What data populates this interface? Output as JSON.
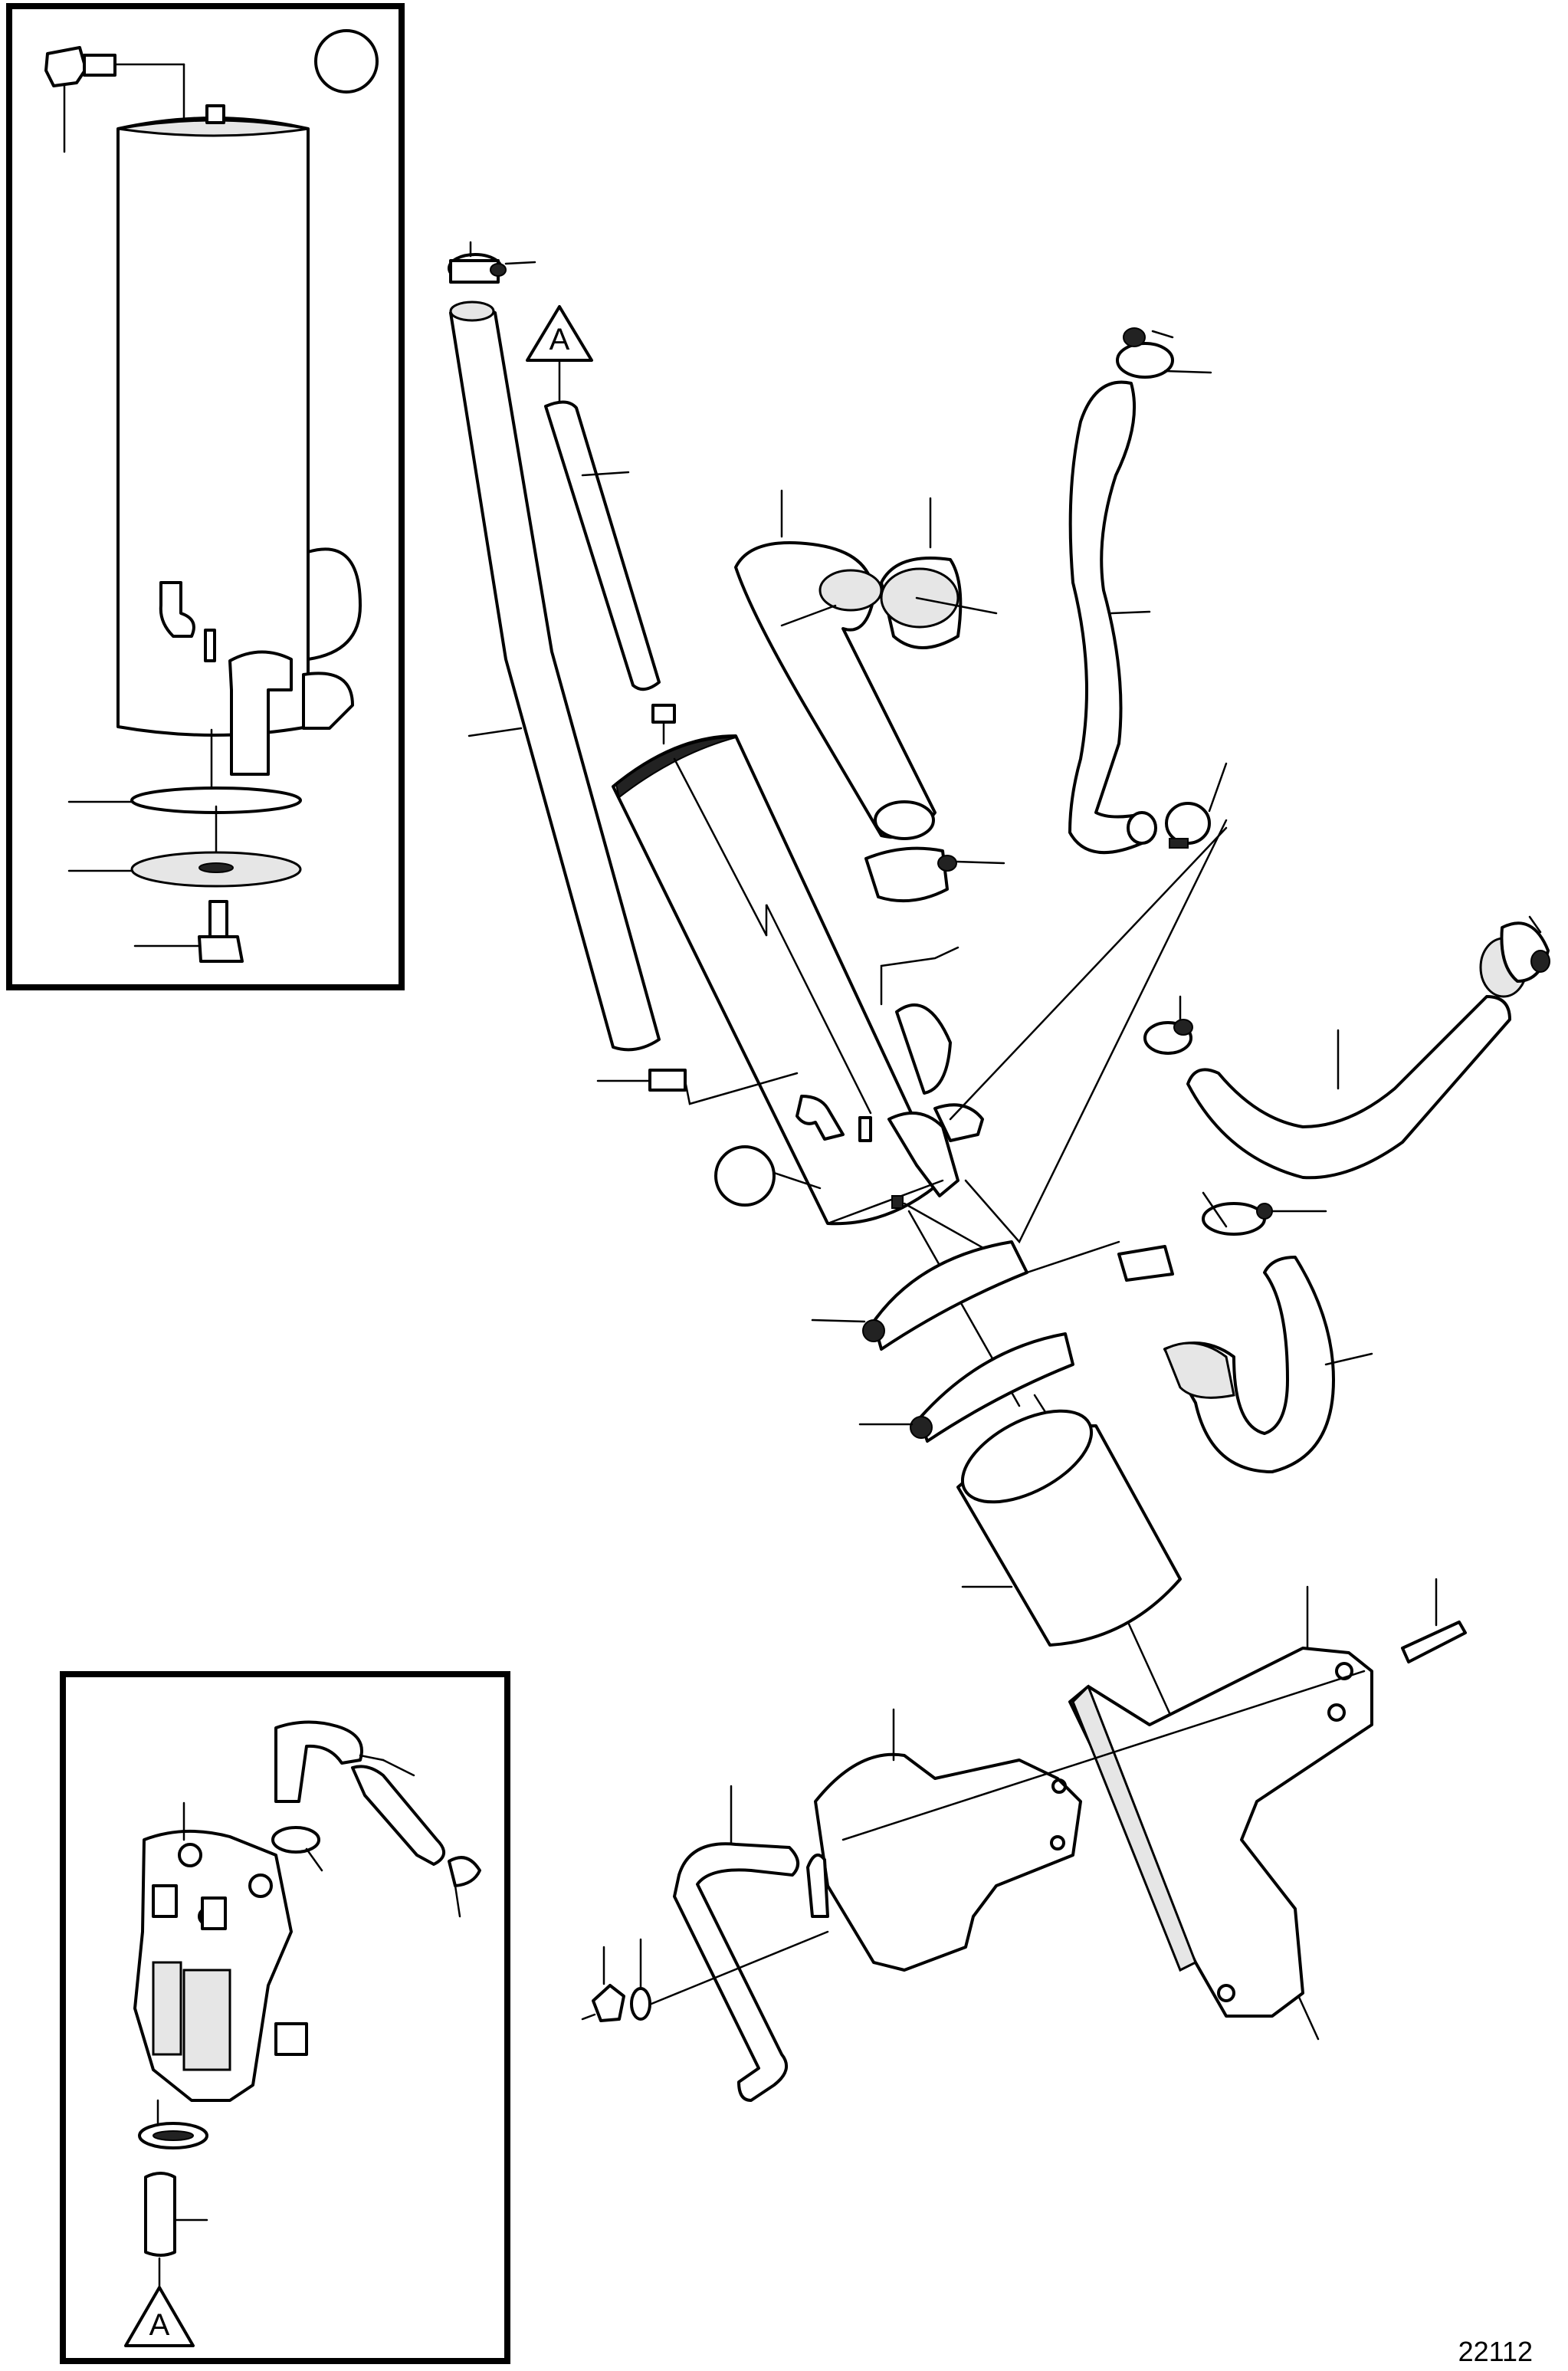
{
  "figure": {
    "reference_number": "22112",
    "callout_a_top": "A",
    "callout_a_bottom": "A"
  },
  "colors": {
    "ink": "#000000",
    "paper": "#ffffff",
    "shade": "#e6e6e6"
  }
}
